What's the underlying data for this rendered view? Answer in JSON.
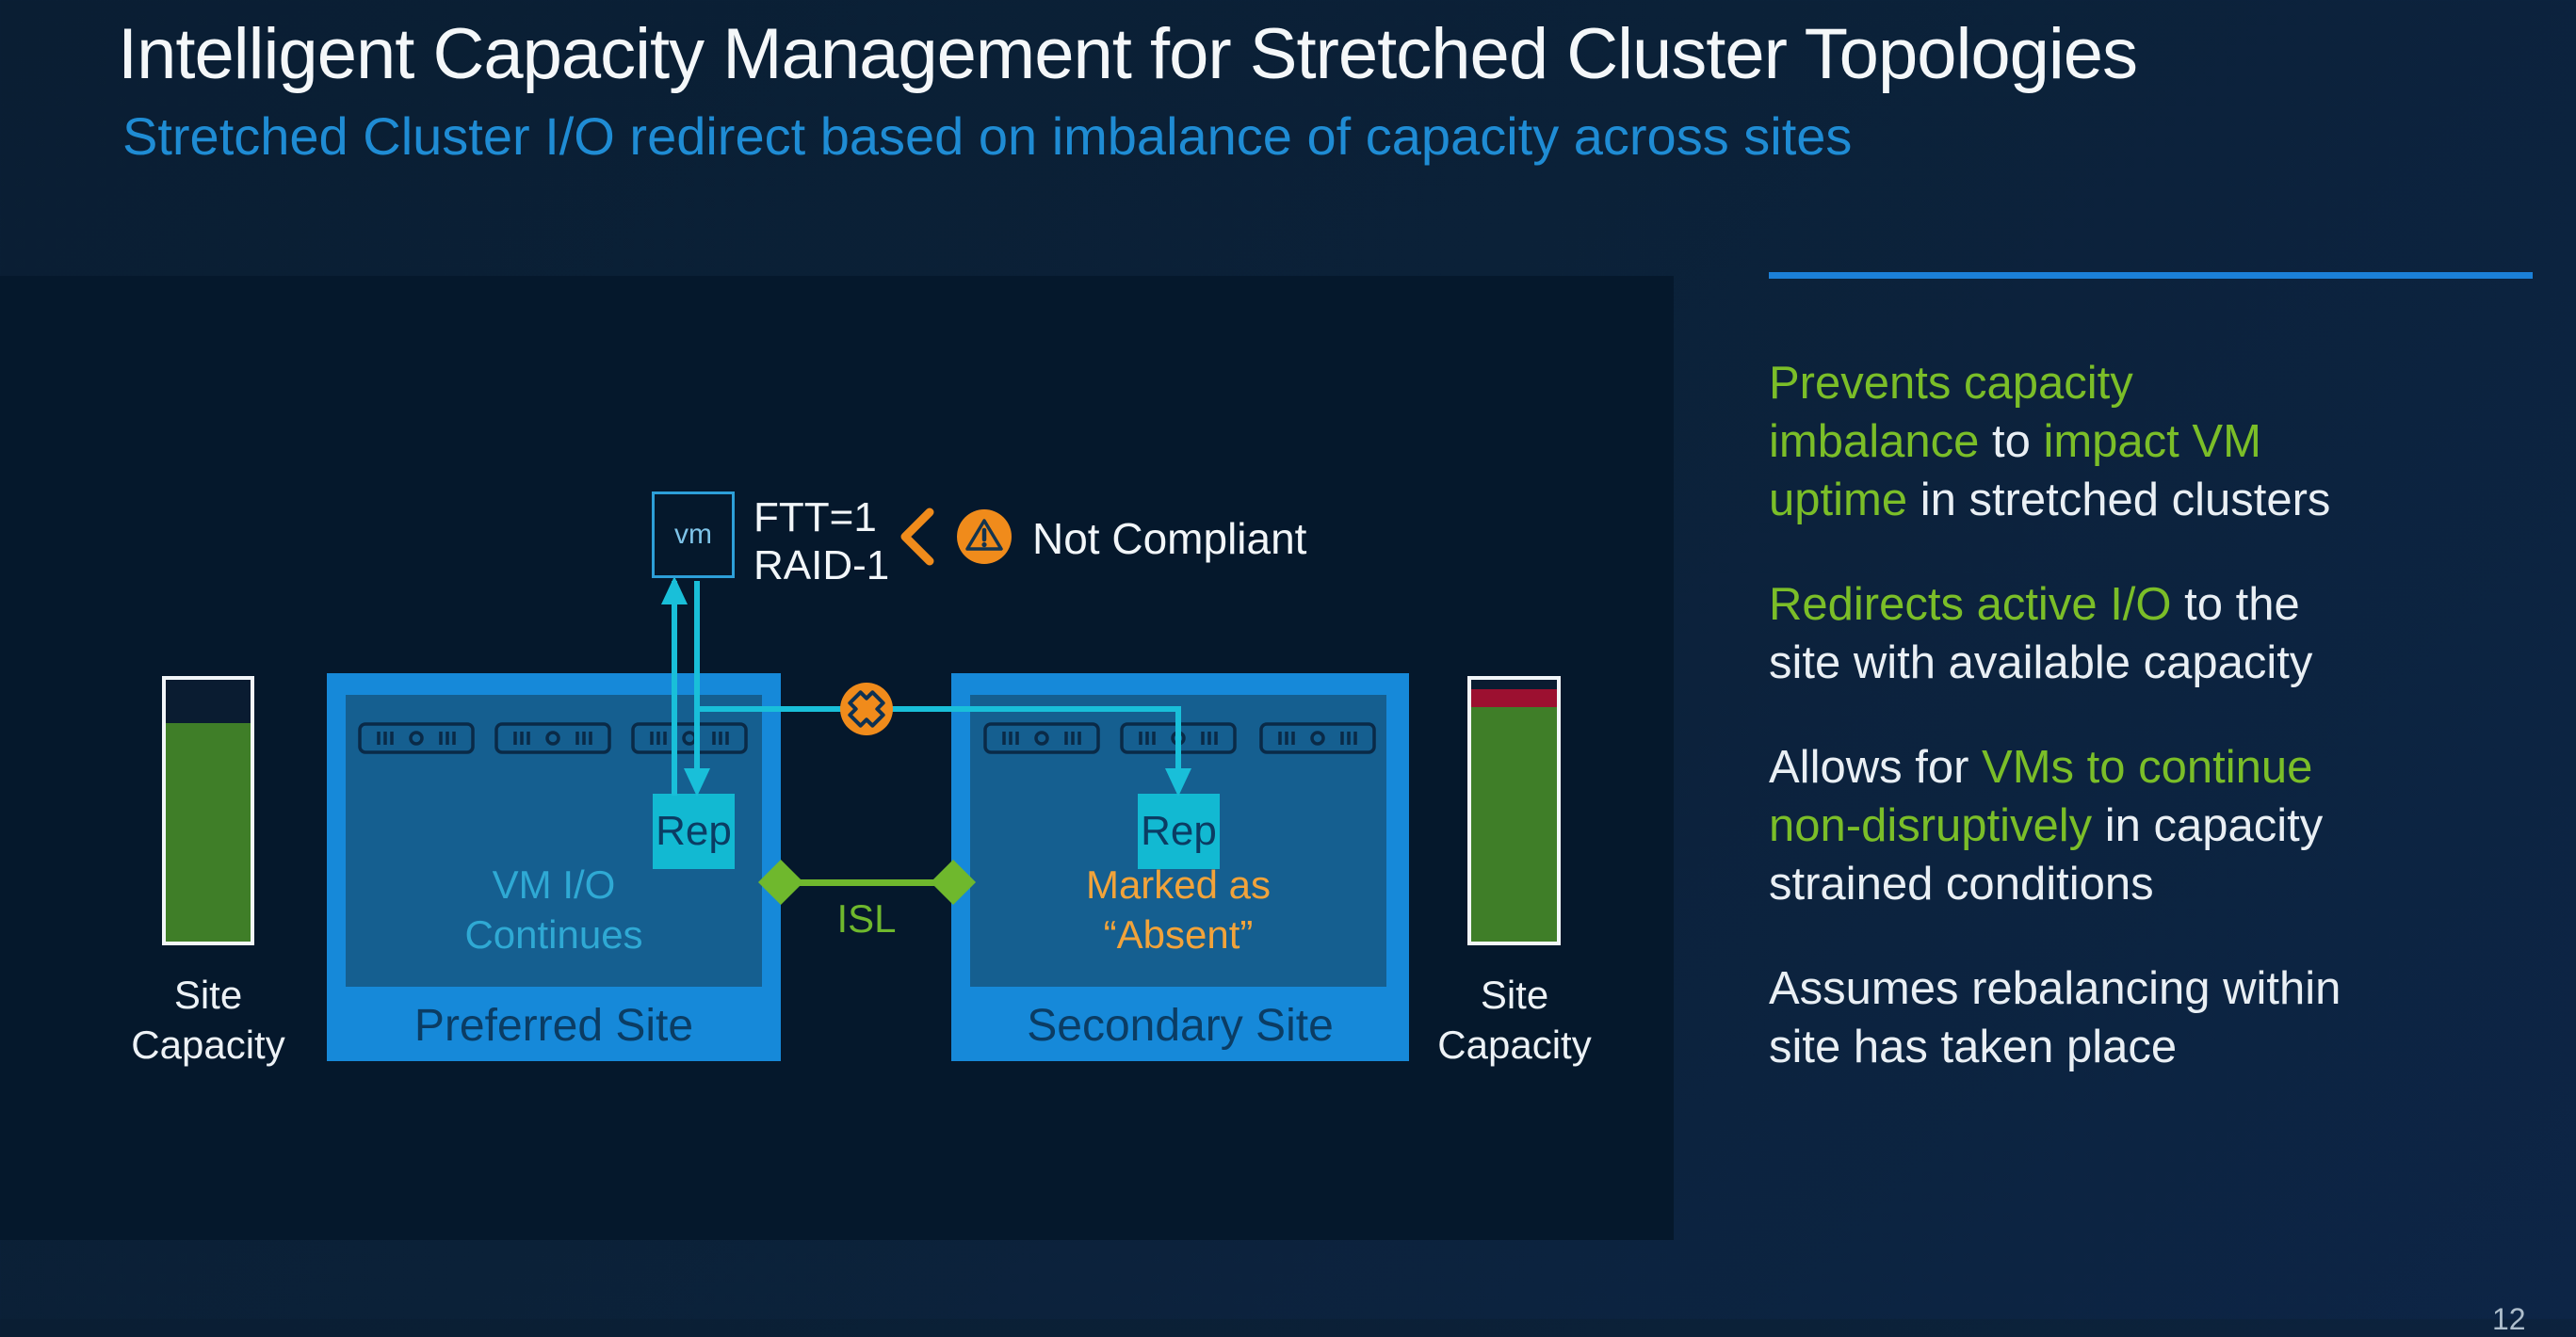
{
  "slide": {
    "title": "Intelligent Capacity Management for Stretched Cluster Topologies",
    "subtitle": "Stretched Cluster I/O redirect based on imbalance of capacity across sites",
    "page_number": "12"
  },
  "colors": {
    "accent_blue": "#1B80D8",
    "subtitle_blue": "#1F8CD4",
    "green_text": "#7BBE28",
    "white_text": "#E9EFF4",
    "cyan_line": "#19BFD9",
    "orange": "#F08B1B",
    "site_blue": "#1689D9",
    "site_inner_blue": "#155F90",
    "rep_cyan": "#12B9D2",
    "isl_green": "#6FB82D",
    "capacity_green": "#3F7E28",
    "capacity_red": "#9C1030"
  },
  "diagram": {
    "vm_label": "vm",
    "policy_lines": [
      "FTT=1",
      "RAID-1"
    ],
    "compliance_status": "Not Compliant",
    "isl_label": "ISL",
    "sites": [
      {
        "name": "Preferred Site",
        "caption_lines": [
          "VM I/O",
          "Continues"
        ],
        "caption_color": "#2FA9D4",
        "rep_label": "Rep"
      },
      {
        "name": "Secondary Site",
        "caption_lines": [
          "Marked as",
          "“Absent”"
        ],
        "caption_color": "#F2A33A",
        "rep_label": "Rep"
      }
    ],
    "capacity_bars": [
      {
        "side": "left",
        "label_lines": [
          "Site",
          "Capacity"
        ],
        "segments": [
          {
            "name": "free",
            "color": "#0A1C31",
            "percent": 16.5
          },
          {
            "name": "used",
            "color": "#3F7E28",
            "percent": 83.5
          }
        ]
      },
      {
        "side": "right",
        "label_lines": [
          "Site",
          "Capacity"
        ],
        "segments": [
          {
            "name": "free",
            "color": "#0A1C31",
            "percent": 3.5
          },
          {
            "name": "alert",
            "color": "#9C1030",
            "percent": 7
          },
          {
            "name": "used",
            "color": "#3F7E28",
            "percent": 89.5
          }
        ]
      }
    ]
  },
  "bullets": [
    {
      "lines": [
        [
          {
            "t": "Prevents capacity",
            "c": "#7BBE28"
          }
        ],
        [
          {
            "t": "imbalance",
            "c": "#7BBE28"
          },
          {
            "t": " to ",
            "c": "#E9EFF4"
          },
          {
            "t": "impact VM",
            "c": "#7BBE28"
          }
        ],
        [
          {
            "t": "uptime",
            "c": "#7BBE28"
          },
          {
            "t": " in stretched clusters",
            "c": "#E9EFF4"
          }
        ]
      ]
    },
    {
      "lines": [
        [
          {
            "t": "Redirects active I/O",
            "c": "#7BBE28"
          },
          {
            "t": " to the",
            "c": "#E9EFF4"
          }
        ],
        [
          {
            "t": "site with available capacity",
            "c": "#E9EFF4"
          }
        ]
      ]
    },
    {
      "lines": [
        [
          {
            "t": "Allows for ",
            "c": "#E9EFF4"
          },
          {
            "t": "VMs to continue",
            "c": "#7BBE28"
          }
        ],
        [
          {
            "t": "non-disruptively",
            "c": "#7BBE28"
          },
          {
            "t": " in capacity",
            "c": "#E9EFF4"
          }
        ],
        [
          {
            "t": "strained conditions",
            "c": "#E9EFF4"
          }
        ]
      ]
    },
    {
      "lines": [
        [
          {
            "t": "Assumes rebalancing within",
            "c": "#E9EFF4"
          }
        ],
        [
          {
            "t": "site has taken place",
            "c": "#E9EFF4"
          }
        ]
      ]
    }
  ]
}
